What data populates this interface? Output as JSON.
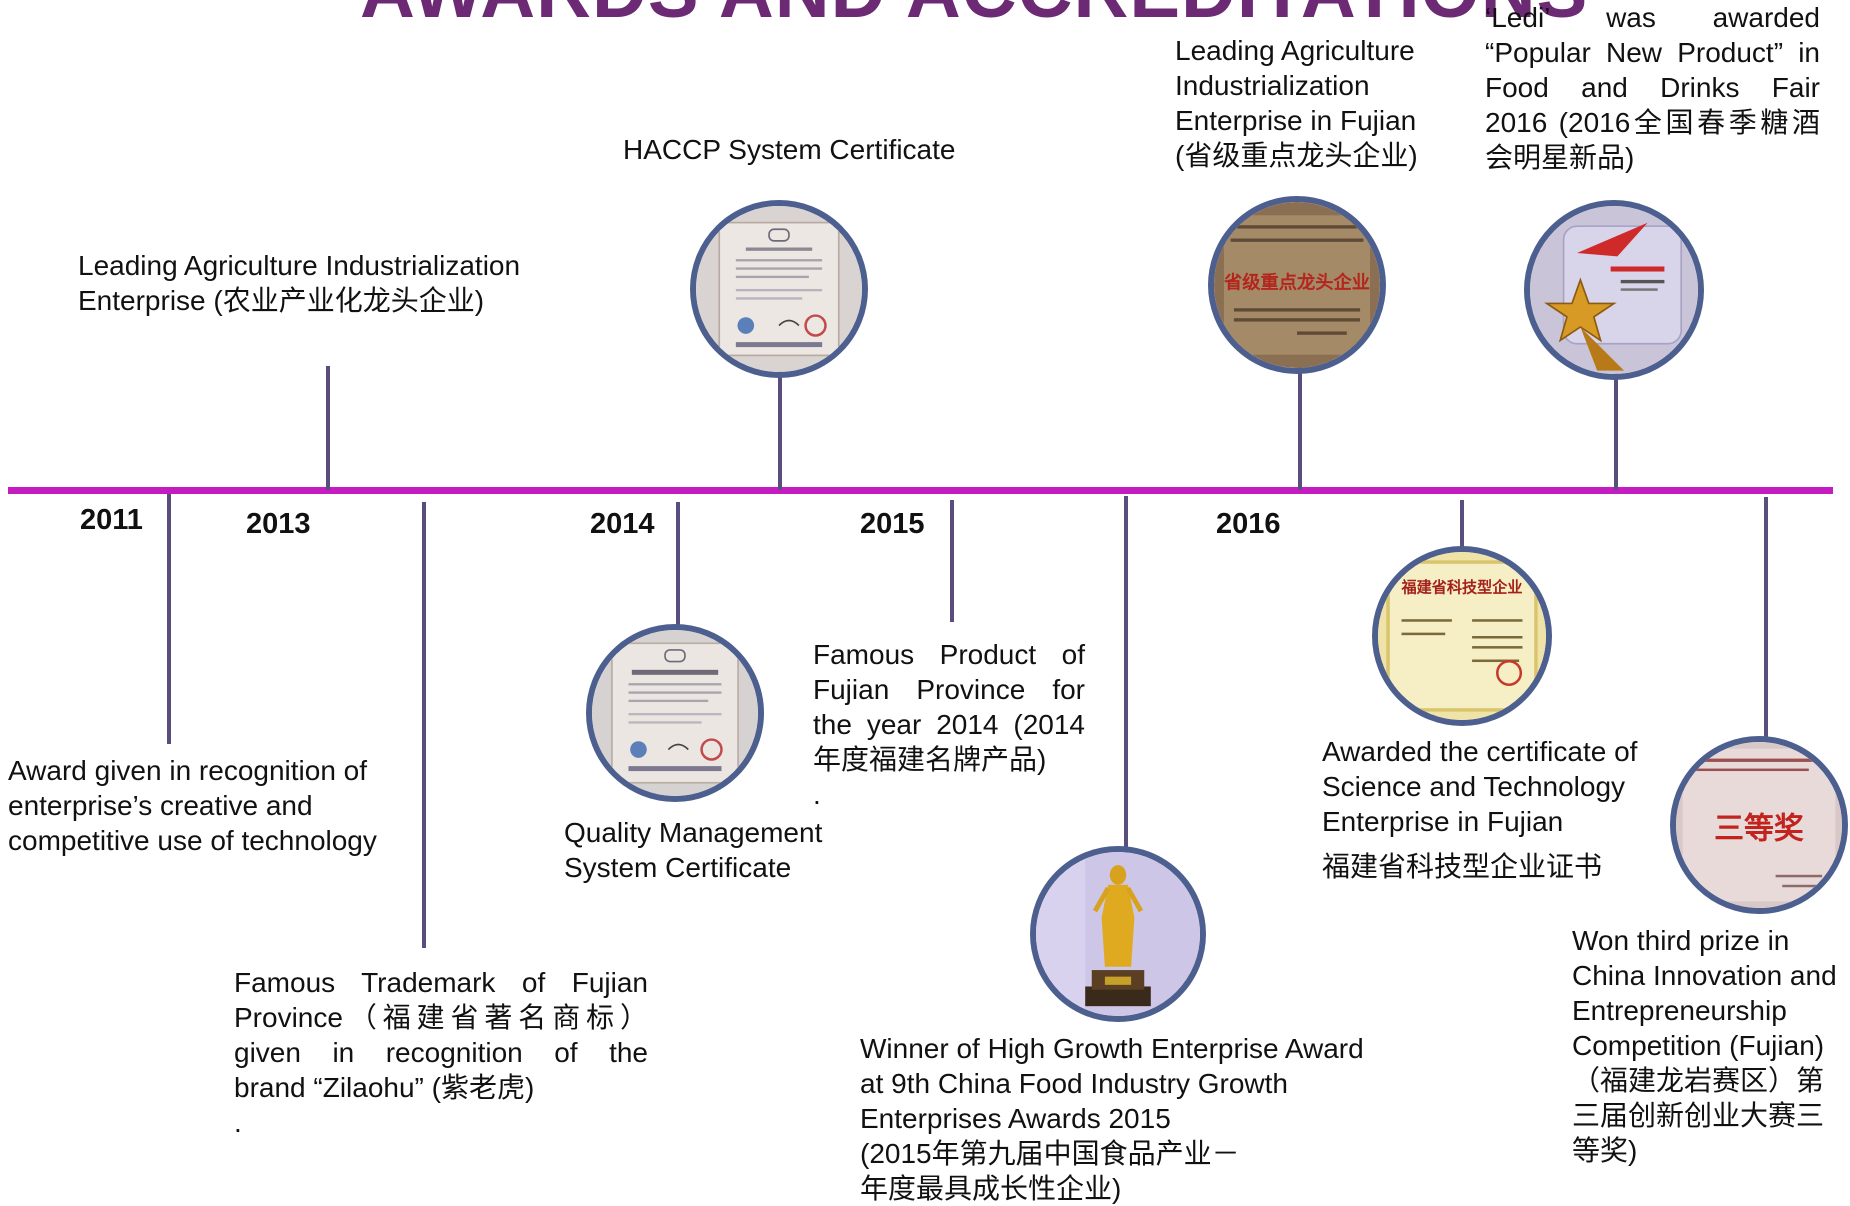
{
  "title": "AWARDS AND ACCREDITATIONS",
  "colors": {
    "axis": "#c41cc0",
    "stem": "#5a4e7e",
    "title": "#6b2a73",
    "medal_border": "#4c5f8f"
  },
  "years": [
    "2011",
    "2013",
    "2014",
    "2015",
    "2016"
  ],
  "awards": {
    "leading_agri": {
      "lines": [
        "Leading Agriculture Industrialization",
        "Enterprise (农业产业化龙头企业)"
      ]
    },
    "haccp": {
      "lines": [
        "HACCP System Certificate"
      ]
    },
    "leading_fujian": {
      "lines": [
        "Leading Agriculture",
        "Industrialization",
        "Enterprise in Fujian",
        "(省级重点龙头企业)"
      ],
      "photo_text": "省级重点龙头企业"
    },
    "ledi": {
      "lines": [
        "‘Ledi’ was awarded",
        "“Popular New Product” in",
        "Food and Drinks Fair",
        "2016 (2016全国春季糖酒",
        "会明星新品)"
      ]
    },
    "tech_award": {
      "lines": [
        "Award given in recognition of",
        "enterprise’s creative and",
        "competitive use of technology"
      ]
    },
    "trademark": {
      "lines": [
        "Famous Trademark of Fujian",
        "Province（福建省著名商标）",
        "given in recognition of the",
        "brand “Zilaohu” (紫老虎)",
        "."
      ]
    },
    "quality": {
      "lines": [
        "Quality Management",
        "System Certificate"
      ]
    },
    "famous_product": {
      "lines": [
        "Famous Product of",
        "Fujian Province for",
        "the year 2014 (2014",
        "年度福建名牌产品)",
        "."
      ]
    },
    "high_growth": {
      "lines": [
        "Winner of High Growth Enterprise Award",
        "at 9th China Food Industry Growth",
        "Enterprises Awards 2015",
        "(2015年第九届中国食品产业－",
        "年度最具成长性企业)"
      ]
    },
    "sci_tech": {
      "lines": [
        "Awarded the certificate of",
        "Science and Technology",
        "Enterprise in Fujian",
        "福建省科技型企业证书"
      ],
      "photo_text": "福建省科技型企业"
    },
    "third_prize": {
      "lines": [
        "Won third prize in",
        "China Innovation and",
        "Entrepreneurship",
        "Competition (Fujian)",
        "（福建龙岩赛区）第",
        "三届创新创业大赛三",
        "等奖)"
      ],
      "photo_text": "三等奖"
    }
  }
}
